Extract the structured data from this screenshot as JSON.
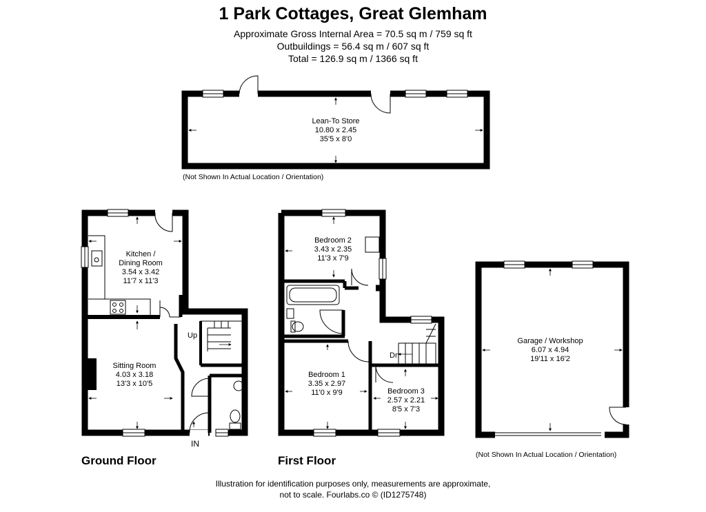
{
  "header": {
    "title": "1 Park Cottages, Great Glemham",
    "area_line1": "Approximate Gross Internal Area = 70.5 sq m / 759 sq ft",
    "area_line2": "Outbuildings = 56.4 sq m / 607 sq ft",
    "area_line3": "Total = 126.9 sq m / 1366 sq ft"
  },
  "outbuildings": {
    "lean_to": {
      "name": "Lean-To Store",
      "metric": "10.80 x 2.45",
      "imperial": "35'5 x 8'0"
    },
    "lean_to_note": "(Not Shown In Actual Location / Orientation)",
    "garage": {
      "name": "Garage / Workshop",
      "metric": "6.07 x 4.94",
      "imperial": "19'11 x 16'2"
    },
    "garage_note": "(Not Shown In Actual Location / Orientation)"
  },
  "ground_floor": {
    "label": "Ground Floor",
    "kitchen": {
      "name_line1": "Kitchen /",
      "name_line2": "Dining Room",
      "metric": "3.54 x 3.42",
      "imperial": "11'7 x 11'3"
    },
    "sitting": {
      "name": "Sitting Room",
      "metric": "4.03 x 3.18",
      "imperial": "13'3 x 10'5"
    },
    "up": "Up",
    "entrance": "IN"
  },
  "first_floor": {
    "label": "First Floor",
    "bedroom2": {
      "name": "Bedroom 2",
      "metric": "3.43 x 2.35",
      "imperial": "11'3 x 7'9"
    },
    "bedroom1": {
      "name": "Bedroom 1",
      "metric": "3.35 x 2.97",
      "imperial": "11'0 x 9'9"
    },
    "bedroom3": {
      "name": "Bedroom 3",
      "metric": "2.57 x 2.21",
      "imperial": "8'5 x 7'3"
    },
    "down": "Dn"
  },
  "footer": {
    "line1": "Illustration for identification purposes only, measurements are approximate,",
    "line2": "not to scale. Fourlabs.co © (ID1275748)"
  }
}
